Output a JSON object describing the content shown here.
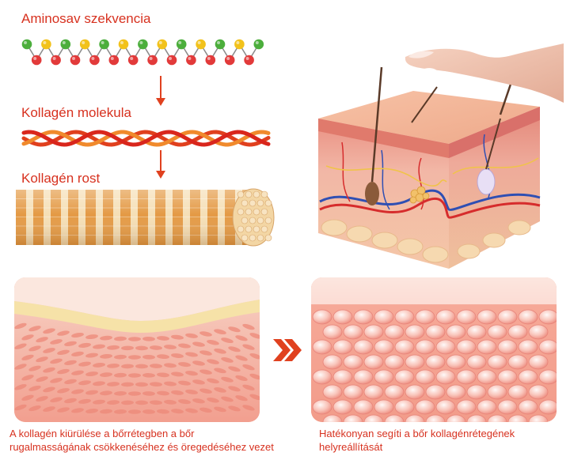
{
  "labels": {
    "amino": "Aminosav szekvencia",
    "molecule": "Kollagén molekula",
    "fiber": "Kollagén rost"
  },
  "captions": {
    "left_line1": "A kollagén kiürülése a bőrrétegben a bőr",
    "left_line2": "rugalmasságának csökkenéséhez és öregedéséhez vezet",
    "right_line1": "Hatékonyan segíti a bőr kollagénrétegének",
    "right_line2": "helyreállítását"
  },
  "colors": {
    "text_red": "#d7311f",
    "arrow_red": "#e0411f",
    "bead_green": "#4cae3c",
    "bead_red": "#e23a3a",
    "bead_yellow": "#f2c21b",
    "fiber_orange": "#e49a45",
    "fiber_cream": "#f5dfb6",
    "skin_pink": "#f4b3a5"
  },
  "icons": [
    "down-arrow-icon",
    "double-chevron-right-icon",
    "finger-illustration",
    "skin-cross-section-illustration"
  ]
}
